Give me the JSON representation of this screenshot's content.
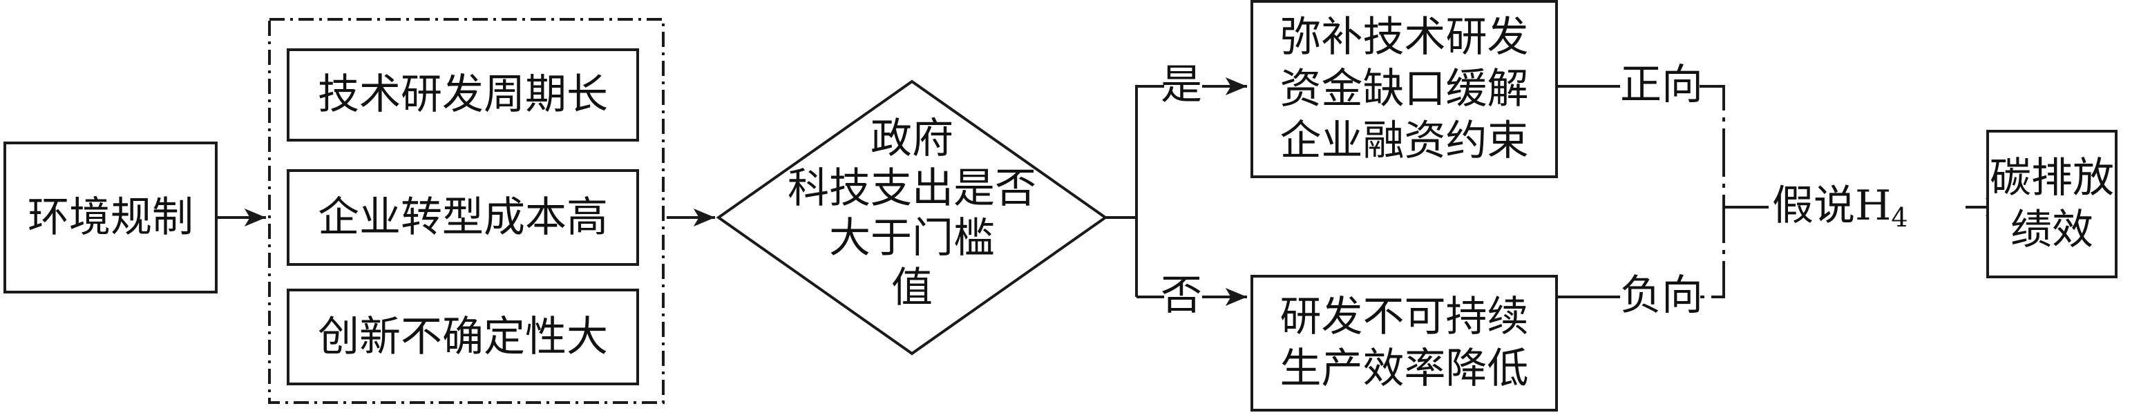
{
  "nodes": {
    "env_regulation": "环境规制",
    "factors": [
      "技术研发周期长",
      "企业转型成本高",
      "创新不确定性大"
    ],
    "decision": [
      "政府",
      "科技支出是否",
      "大于门槛",
      "值"
    ],
    "yes_outcome": [
      "弥补技术研发",
      "资金缺口缓解",
      "企业融资约束"
    ],
    "no_outcome": [
      "研发不可持续",
      "生产效率降低"
    ],
    "result": [
      "碳排放",
      "绩效"
    ]
  },
  "labels": {
    "yes": "是",
    "no": "否",
    "positive": "正向",
    "negative": "负向",
    "hypothesis": "假说H",
    "hypothesis_sub": "4"
  }
}
